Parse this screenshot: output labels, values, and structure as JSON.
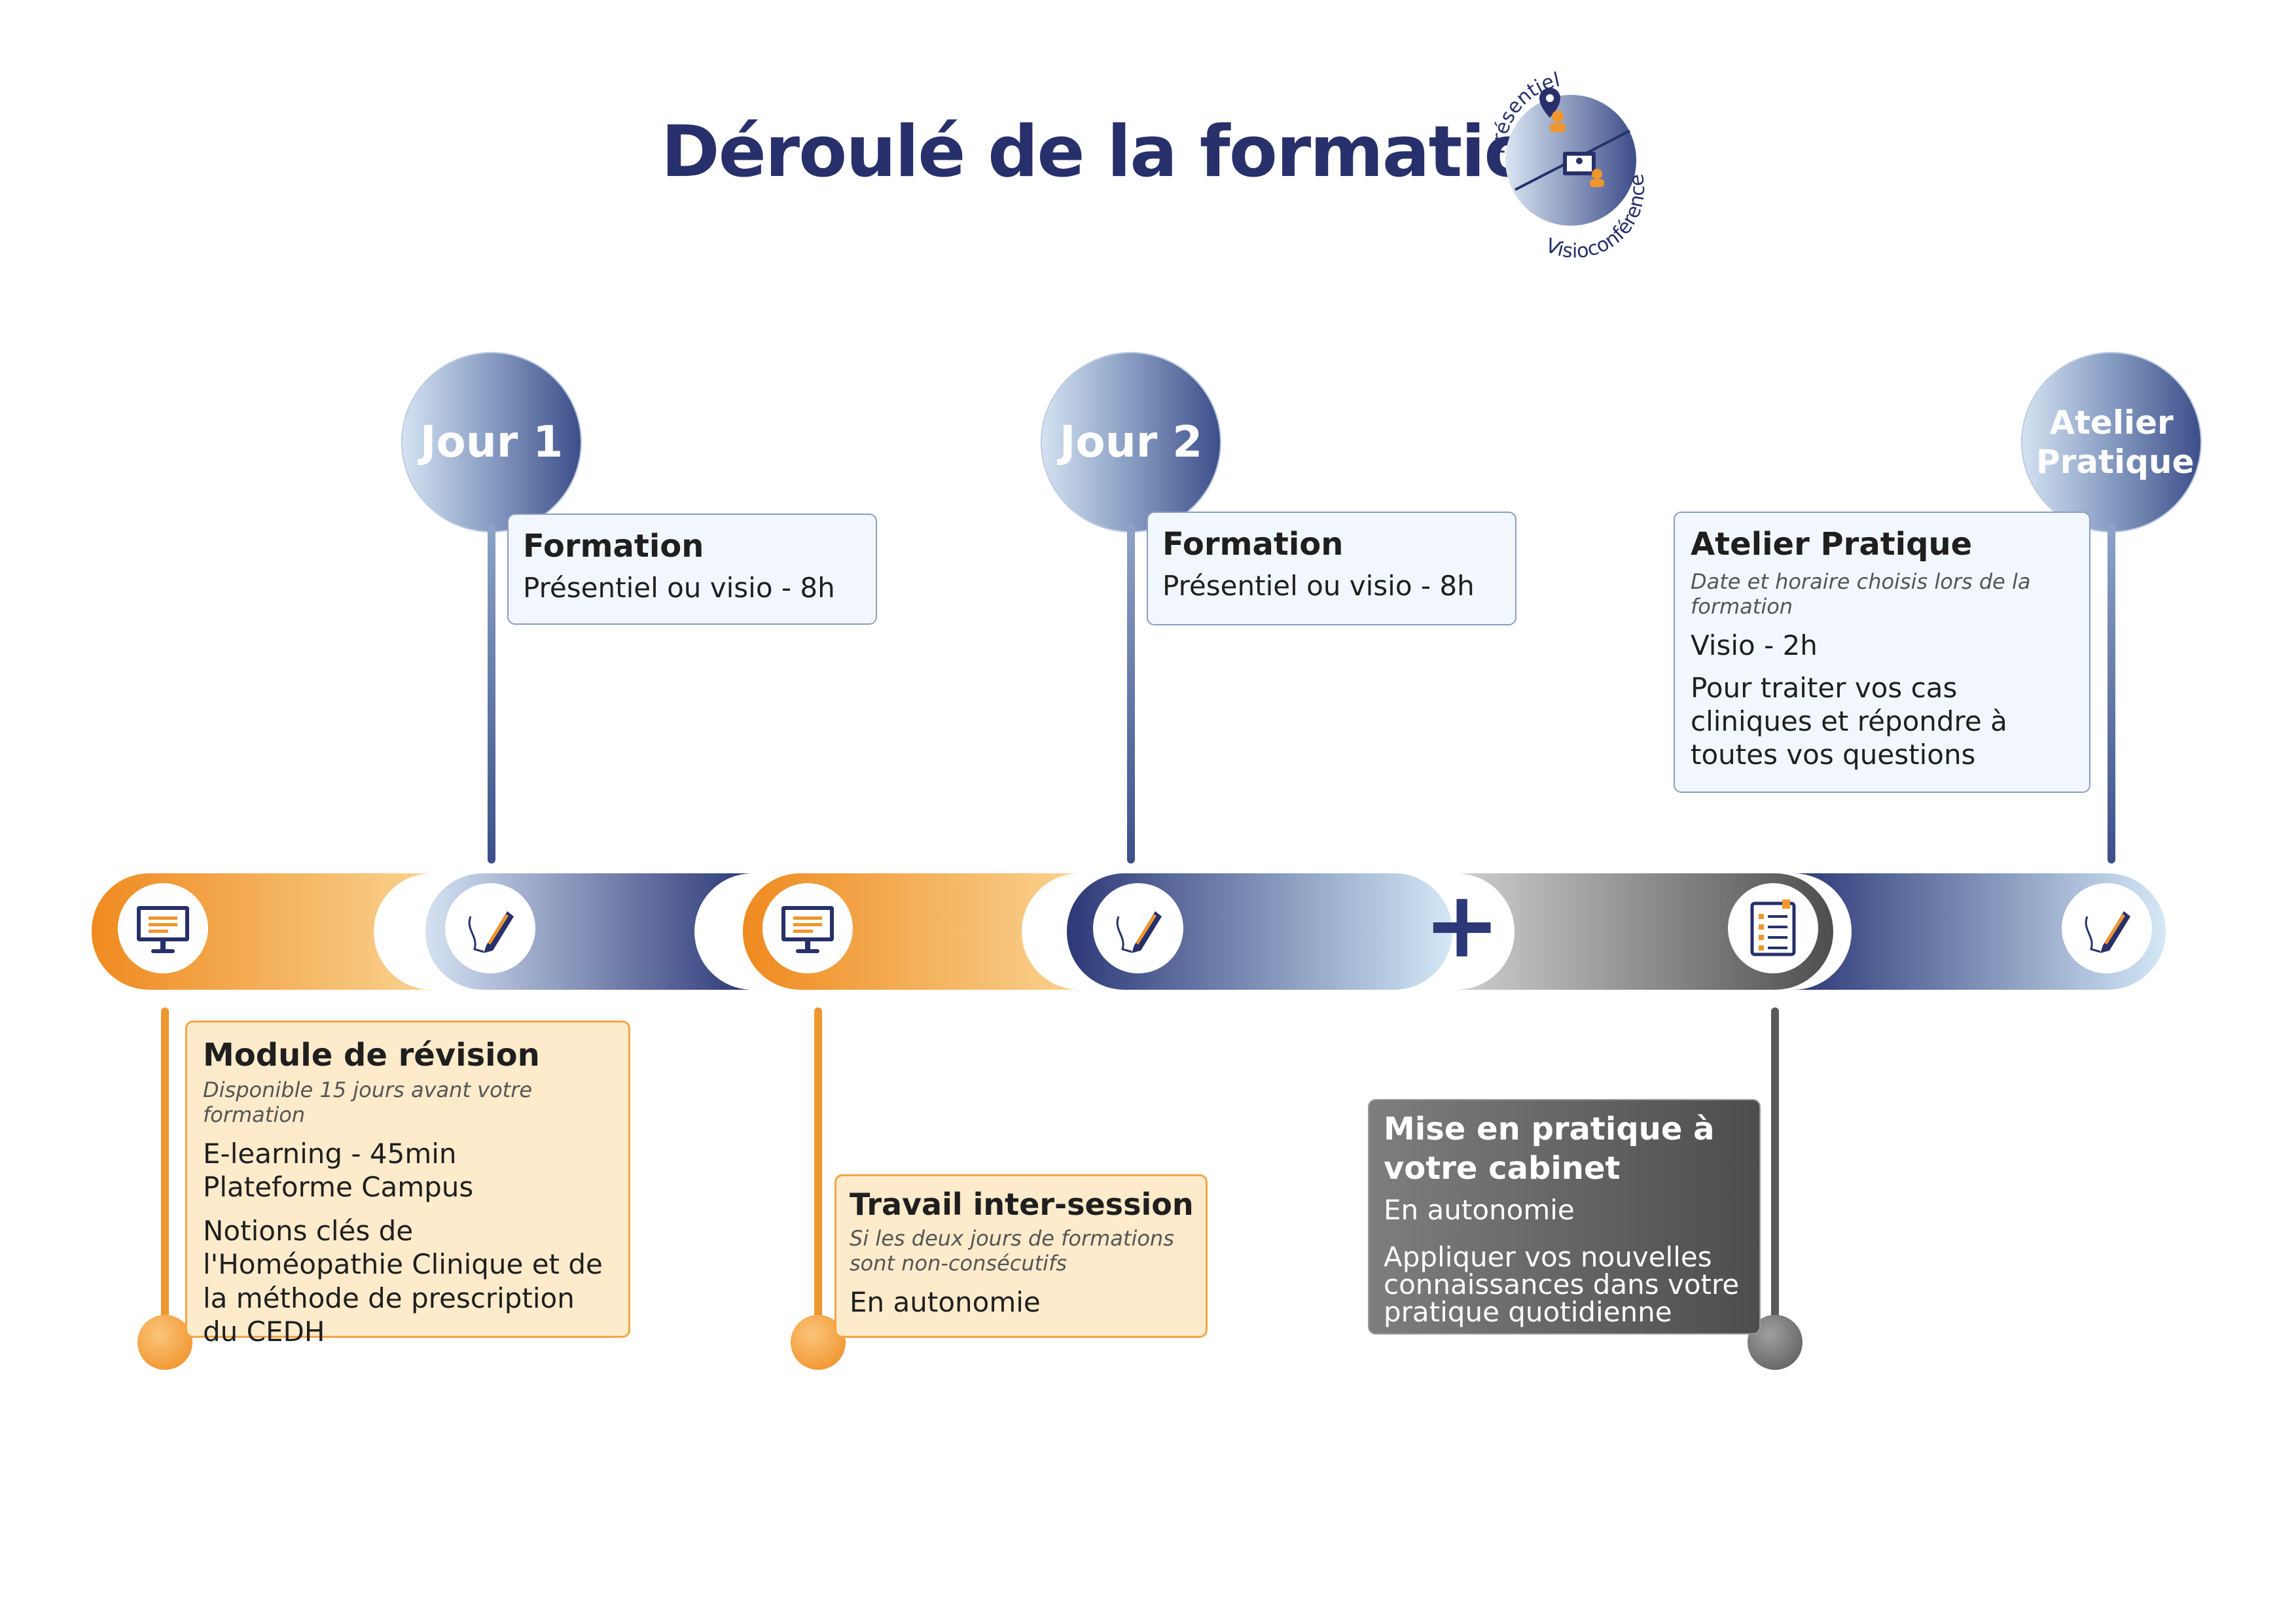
{
  "title": "Déroulé de la formation",
  "mode_badge": {
    "top_label": "Présentiel",
    "bottom_label": "Visioconférence"
  },
  "days": [
    {
      "label": "Jour 1"
    },
    {
      "label": "Jour 2"
    },
    {
      "label": "Atelier Pratique"
    }
  ],
  "cards": {
    "formation1": {
      "title": "Formation",
      "line": "Présentiel ou visio - 8h"
    },
    "formation2": {
      "title": "Formation",
      "line": "Présentiel ou visio - 8h"
    },
    "atelier": {
      "title": "Atelier Pratique",
      "note": "Date et horaire choisis lors de la formation",
      "line": "Visio - 2h",
      "desc": "Pour traiter vos cas cliniques et répondre à toutes vos questions"
    },
    "revision": {
      "title": "Module de révision",
      "note": "Disponible 15 jours avant votre formation",
      "line1": "E-learning - 45min",
      "line2": "Plateforme Campus",
      "desc": "Notions clés de l'Homéopathie Clinique et de la méthode de prescription du CEDH"
    },
    "intersession": {
      "title": "Travail inter-session",
      "note": "Si les deux jours de formations sont non-consécutifs",
      "line": "En autonomie"
    },
    "pratique": {
      "title": "Mise en pratique à votre cabinet",
      "line": "En autonomie",
      "desc": "Appliquer vos nouvelles connaissances dans votre pratique quotidienne"
    }
  },
  "timeline_icons": [
    "monitor-icon",
    "pen-icon",
    "monitor-icon",
    "pen-icon",
    "checklist-icon",
    "pen-icon"
  ],
  "plus_sign": "+",
  "colors": {
    "navy": "#27306b",
    "orange": "#f0962e",
    "grey": "#5a5a5a",
    "light_blue": "#d4e2f2"
  }
}
